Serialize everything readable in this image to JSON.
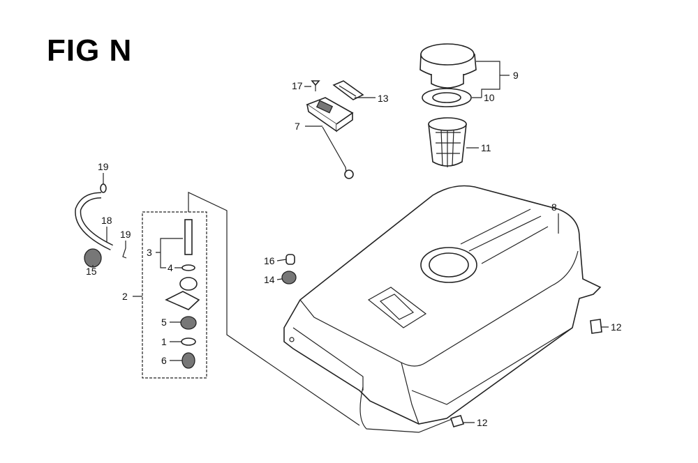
{
  "title": "FIG N",
  "callouts": [
    {
      "id": "fuel-cap",
      "number": "9"
    },
    {
      "id": "cap-gasket",
      "number": "10"
    },
    {
      "id": "strainer",
      "number": "11"
    },
    {
      "id": "fuel-tank",
      "number": "8"
    },
    {
      "id": "gauge-screw",
      "number": "17"
    },
    {
      "id": "gauge-gasket",
      "number": "13"
    },
    {
      "id": "fuel-gauge",
      "number": "7"
    },
    {
      "id": "clip-top",
      "number": "19"
    },
    {
      "id": "fuel-tube",
      "number": "18"
    },
    {
      "id": "clip-bottom",
      "number": "19"
    },
    {
      "id": "tube-cap",
      "number": "15"
    },
    {
      "id": "fuel-cock-assembly",
      "number": "2"
    },
    {
      "id": "filter-screen",
      "number": "3"
    },
    {
      "id": "o-ring-4",
      "number": "4"
    },
    {
      "id": "fuel-cup",
      "number": "5"
    },
    {
      "id": "o-ring-1",
      "number": "1"
    },
    {
      "id": "cup-nut",
      "number": "6"
    },
    {
      "id": "collar",
      "number": "16"
    },
    {
      "id": "rubber-mount",
      "number": "14"
    },
    {
      "id": "nut-right",
      "number": "12"
    },
    {
      "id": "nut-bottom",
      "number": "12"
    }
  ]
}
